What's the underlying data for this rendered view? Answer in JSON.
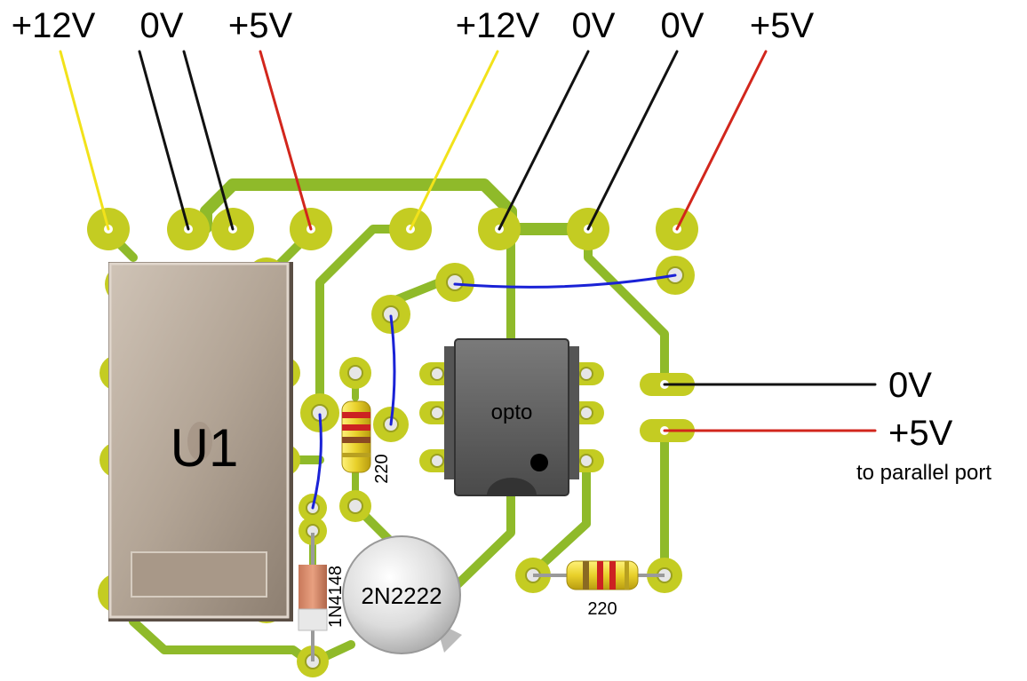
{
  "colors": {
    "trace": "#8fba2a",
    "pad": "#c4cc22",
    "wire_12v": "#f2e21a",
    "wire_0v": "#111111",
    "wire_5v": "#d2261c",
    "jumper": "#1a22d6",
    "relay_body": "#b6a89a",
    "opto_body": "#6a6a6a"
  },
  "top_labels": {
    "left_12v": "+12V",
    "left_0v": "0V",
    "left_5v": "+5V",
    "right_12v": "+12V",
    "right_0v_a": "0V",
    "right_0v_b": "0V",
    "right_5v": "+5V"
  },
  "components": {
    "relay_label": "U1",
    "opto_label": "opto",
    "resistor_1_value": "220",
    "resistor_2_value": "220",
    "diode_label": "1N4148",
    "transistor_label": "2N2222"
  },
  "parallel_port": {
    "label_0v": "0V",
    "label_5v": "+5V",
    "caption": "to parallel port"
  }
}
